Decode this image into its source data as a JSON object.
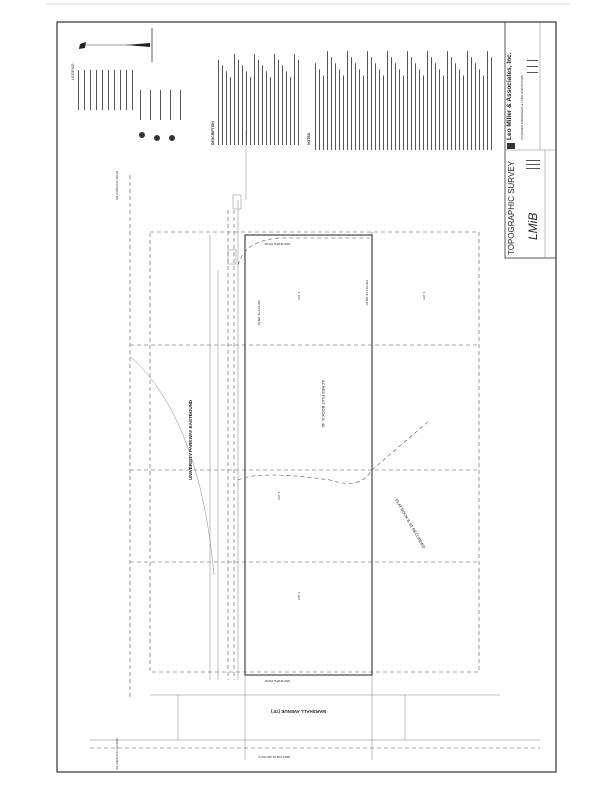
{
  "title_block": {
    "title": "TOPOGRAPHIC SURVEY",
    "firm": "Leo Miller & Associates, Inc.",
    "firm_sub": "LICENSED ENGINEERS & LAND SURVEYORS",
    "signature": "LMiB"
  },
  "legend": {
    "heading": "LEGEND"
  },
  "sections": {
    "description": "DESCRIPTION",
    "notes": "NOTES"
  },
  "labels": {
    "road_north": "UNIVERSITY PARKWAY EASTBOUND",
    "road_west": "MARSHALL AVENUE (70')",
    "lot1": "LOT 1",
    "lot2": "LOT 2",
    "lot3": "LOT 3",
    "lot4": "LOT 4",
    "plat_book_a": "ACRES PLAT BOOK 8, 40",
    "plat_book_b": "PLAT BOOK 8, 61 RECORDED",
    "dim_north": "S00°06'17\"E  289.52'",
    "dim_south": "S00°06'17\"E  289.52'",
    "dim_west": "N89°48'38\"E  150.00'",
    "dim_east": "N89°48'38\"E  150.00'",
    "sw_corner": "SW CORNER OF SECTION",
    "nw_corner": "NW CORNER OF NW 1/4",
    "section_line": "WEST LINE OF SECTION 2"
  }
}
